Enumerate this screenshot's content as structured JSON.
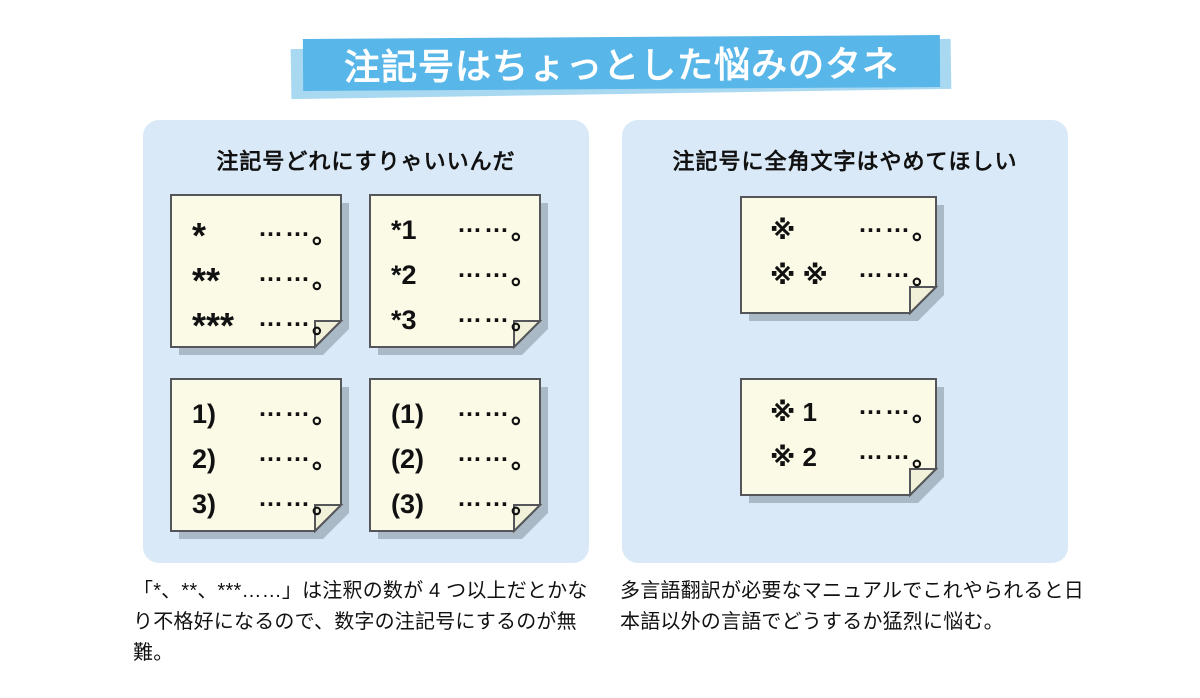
{
  "banner": {
    "title": "注記号はちょっとした悩みのタネ"
  },
  "panels": [
    {
      "title": "注記号どれにすりゃいいんだ",
      "cards": [
        {
          "rows": [
            {
              "marker": "*",
              "dots": "……",
              "period": "。"
            },
            {
              "marker": "**",
              "dots": "……",
              "period": "。"
            },
            {
              "marker": "***",
              "dots": "……",
              "period": "。"
            }
          ]
        },
        {
          "rows": [
            {
              "marker": "*1",
              "dots": "……",
              "period": "。"
            },
            {
              "marker": "*2",
              "dots": "……",
              "period": "。"
            },
            {
              "marker": "*3",
              "dots": "……",
              "period": "。"
            }
          ]
        },
        {
          "rows": [
            {
              "marker": "1)",
              "dots": "……",
              "period": "。"
            },
            {
              "marker": "2)",
              "dots": "……",
              "period": "。"
            },
            {
              "marker": "3)",
              "dots": "……",
              "period": "。"
            }
          ]
        },
        {
          "rows": [
            {
              "marker": "(1)",
              "dots": "……",
              "period": "。"
            },
            {
              "marker": "(2)",
              "dots": "……",
              "period": "。"
            },
            {
              "marker": "(3)",
              "dots": "……",
              "period": "。"
            }
          ]
        }
      ],
      "caption": "「*、**、***……」は注釈の数が 4 つ以上だとかなり不格好になるので、数字の注記号にするのが無難。"
    },
    {
      "title": "注記号に全角文字はやめてほしい",
      "cards": [
        {
          "rows": [
            {
              "marker": "※",
              "dots": "……",
              "period": "。"
            },
            {
              "marker": "※ ※",
              "dots": "……",
              "period": "。"
            }
          ]
        },
        {
          "rows": [
            {
              "marker": "※ 1",
              "dots": "……",
              "period": "。"
            },
            {
              "marker": "※ 2",
              "dots": "……",
              "period": "。"
            }
          ]
        }
      ],
      "caption": "多言語翻訳が必要なマニュアルでこれやられると日本語以外の言語でどうするか猛烈に悩む。"
    }
  ],
  "colors": {
    "banner_blue": "#58B7E8",
    "banner_light_blue": "#A9D8F1",
    "banner_text": "#FFFFFF",
    "panel_bg": "#D9E9F7",
    "card_bg": "#FBFAE6",
    "card_fold": "#F1F0D9",
    "card_border": "#55565A",
    "card_shadow": "#A9B9C5",
    "text": "#111111"
  }
}
